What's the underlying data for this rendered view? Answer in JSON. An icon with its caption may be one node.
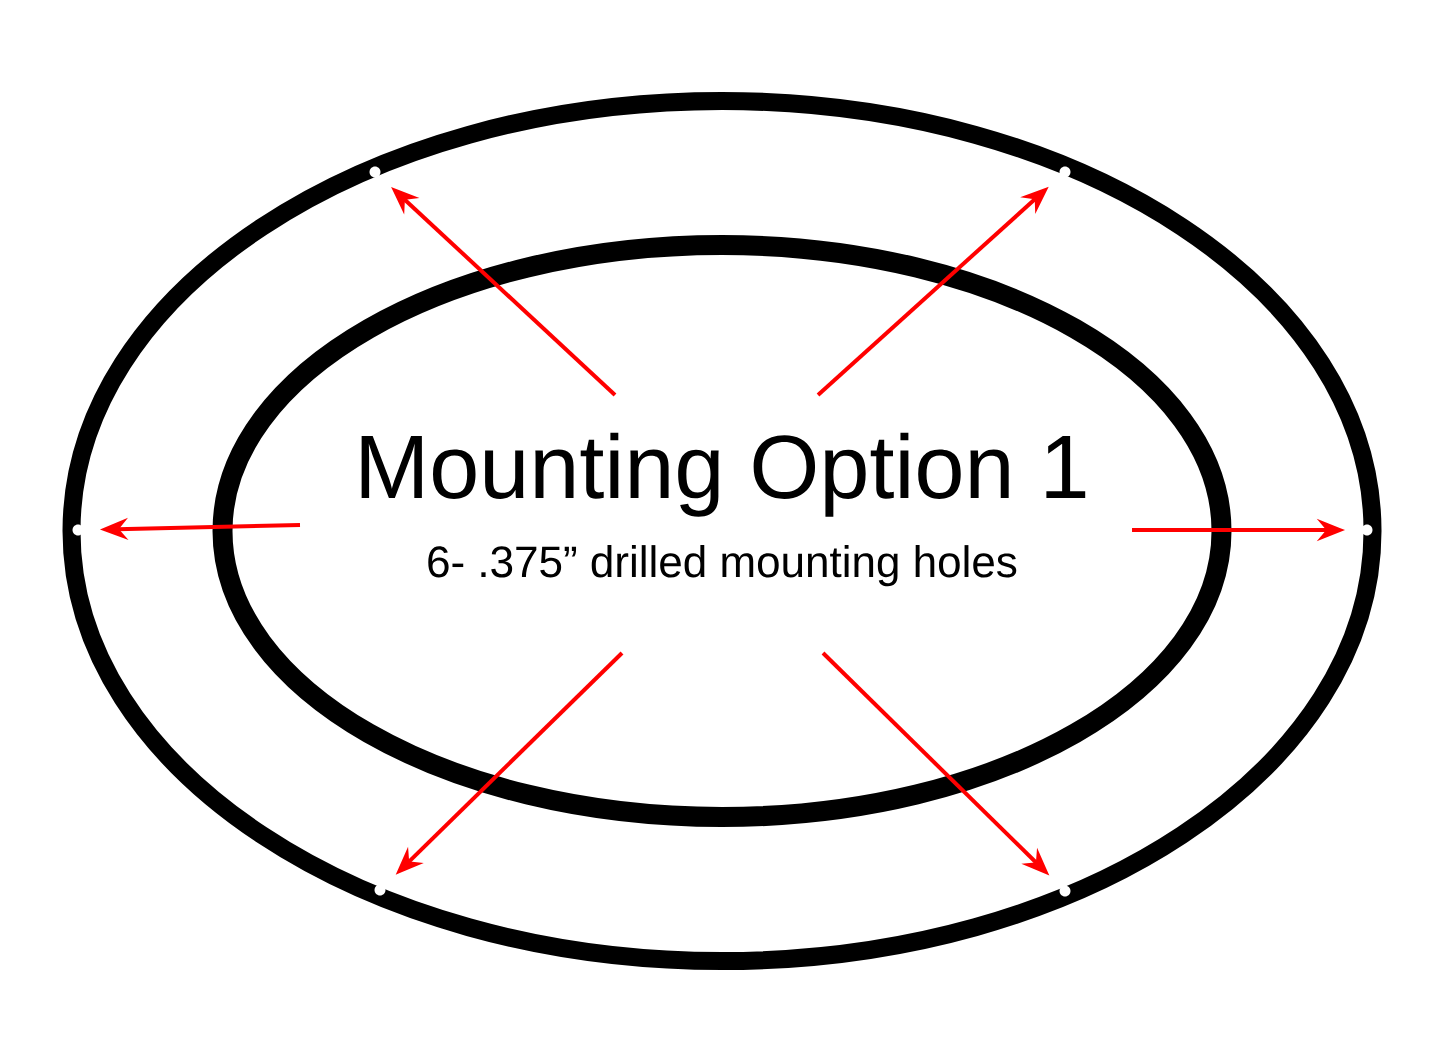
{
  "diagram": {
    "title": "Mounting Option 1",
    "labels": [
      "6- .375” drilled mounting holes"
    ],
    "nodes": [
      {
        "text": [],
        "shape": "circle"
      },
      {
        "text": [],
        "shape": "circle"
      },
      {
        "text": [],
        "shape": "circle"
      },
      {
        "text": [],
        "shape": "circle"
      },
      {
        "text": [],
        "shape": "circle"
      },
      {
        "text": [],
        "shape": "circle"
      }
    ],
    "edges": [
      {
        "from": null,
        "to": 0,
        "arrow": "to"
      },
      {
        "from": null,
        "to": 1,
        "arrow": "to"
      },
      {
        "from": null,
        "to": 2,
        "arrow": "to"
      },
      {
        "from": null,
        "to": 3,
        "arrow": "to"
      },
      {
        "from": null,
        "to": 4,
        "arrow": "to"
      },
      {
        "from": null,
        "to": 5,
        "arrow": "to"
      }
    ]
  }
}
